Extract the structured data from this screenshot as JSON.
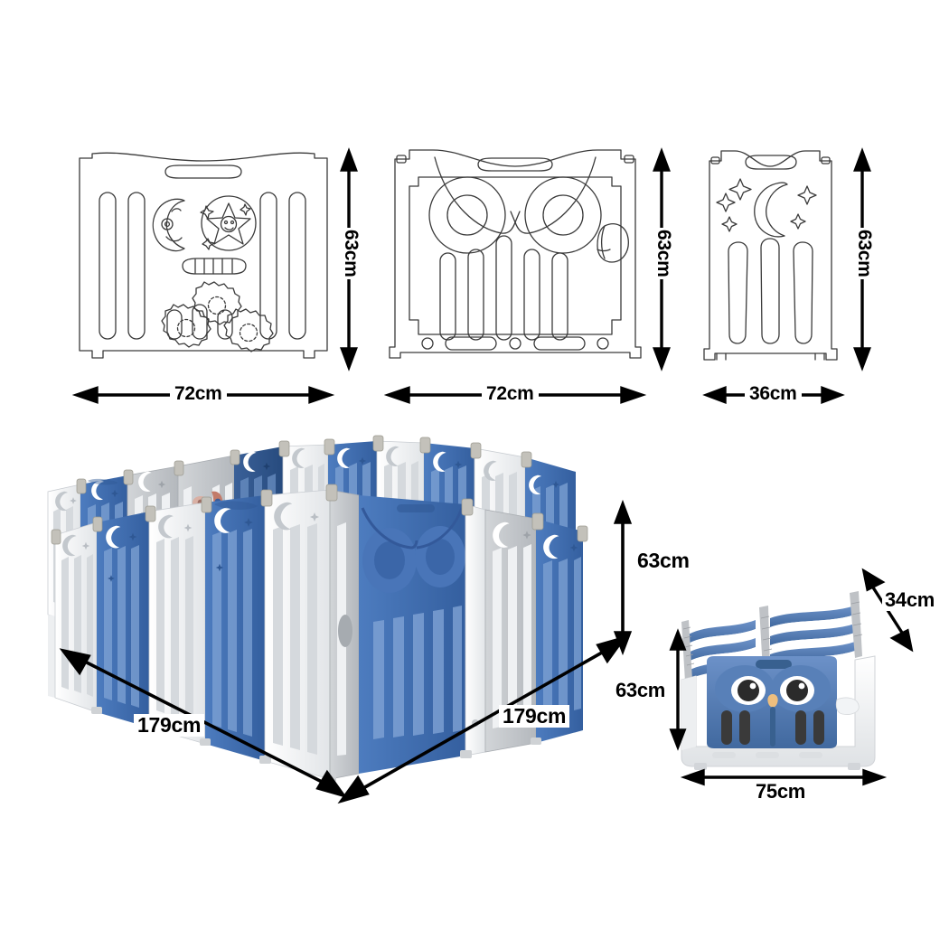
{
  "document": {
    "type": "product-dimension-diagram",
    "product": "Foldable Baby Playpen Safety Gate"
  },
  "colors": {
    "line": "#3a3a3a",
    "dimension": "#000000",
    "panel_blue": "#3E6FB5",
    "panel_blue_dark": "#2F5894",
    "panel_blue_light": "#5B86C6",
    "panel_white": "#FFFFFF",
    "panel_white_shade": "#E8EAEC",
    "panel_grey": "#C9CCD0",
    "panel_grey_dark": "#A8ACB1",
    "hinge": "#BFBDB6",
    "beak": "#EDBE7E",
    "eye": "#2B2B2B",
    "background": "#FFFFFF"
  },
  "top_row": {
    "items": [
      {
        "id": "activity-panel",
        "name": "Activity Panel",
        "width_label": "72cm",
        "height_label": "63cm",
        "features": [
          "moon-face",
          "star-in-circle",
          "roller-spinner",
          "three-gears",
          "carry-handle",
          "vertical-slots"
        ]
      },
      {
        "id": "owl-gate-panel",
        "name": "Owl Gate Door Panel",
        "width_label": "72cm",
        "height_label": "63cm",
        "features": [
          "owl-eyes",
          "door-handle",
          "carry-handle",
          "vertical-slots",
          "base-feet"
        ]
      },
      {
        "id": "narrow-panel",
        "name": "Narrow Moon & Stars Panel",
        "width_label": "36cm",
        "height_label": "63cm",
        "features": [
          "moon-cutout",
          "stars",
          "carry-handle",
          "vertical-slots"
        ]
      }
    ]
  },
  "assembled": {
    "id": "assembled-playpen",
    "name": "Assembled Playpen",
    "length_label_left": "179cm",
    "length_label_right": "179cm",
    "height_label": "63cm"
  },
  "folded": {
    "id": "folded-playpen",
    "name": "Folded Playpen Stack",
    "width_label": "75cm",
    "height_label": "63cm",
    "depth_label": "34cm"
  },
  "icons": {
    "arrow_double": "double-headed-arrow",
    "arrow_vertical": "vertical-double-arrow",
    "arrow_diagonal": "diagonal-double-arrow"
  }
}
